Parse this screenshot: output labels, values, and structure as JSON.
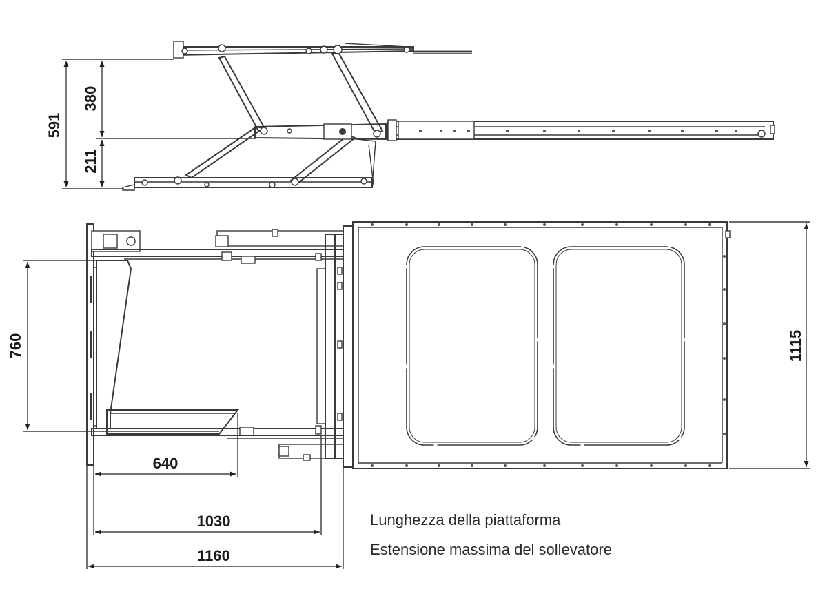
{
  "dimensions": {
    "side_total_height": "591",
    "side_upper_height": "380",
    "side_lower_height": "211",
    "plan_depth_left": "760",
    "plan_width_640": "640",
    "plan_width_1030": "1030",
    "plan_width_1160": "1160",
    "platform_width": "1115"
  },
  "legend": {
    "line1": "Lunghezza della piattaforma",
    "line2": "Estensione massima del sollevatore"
  }
}
